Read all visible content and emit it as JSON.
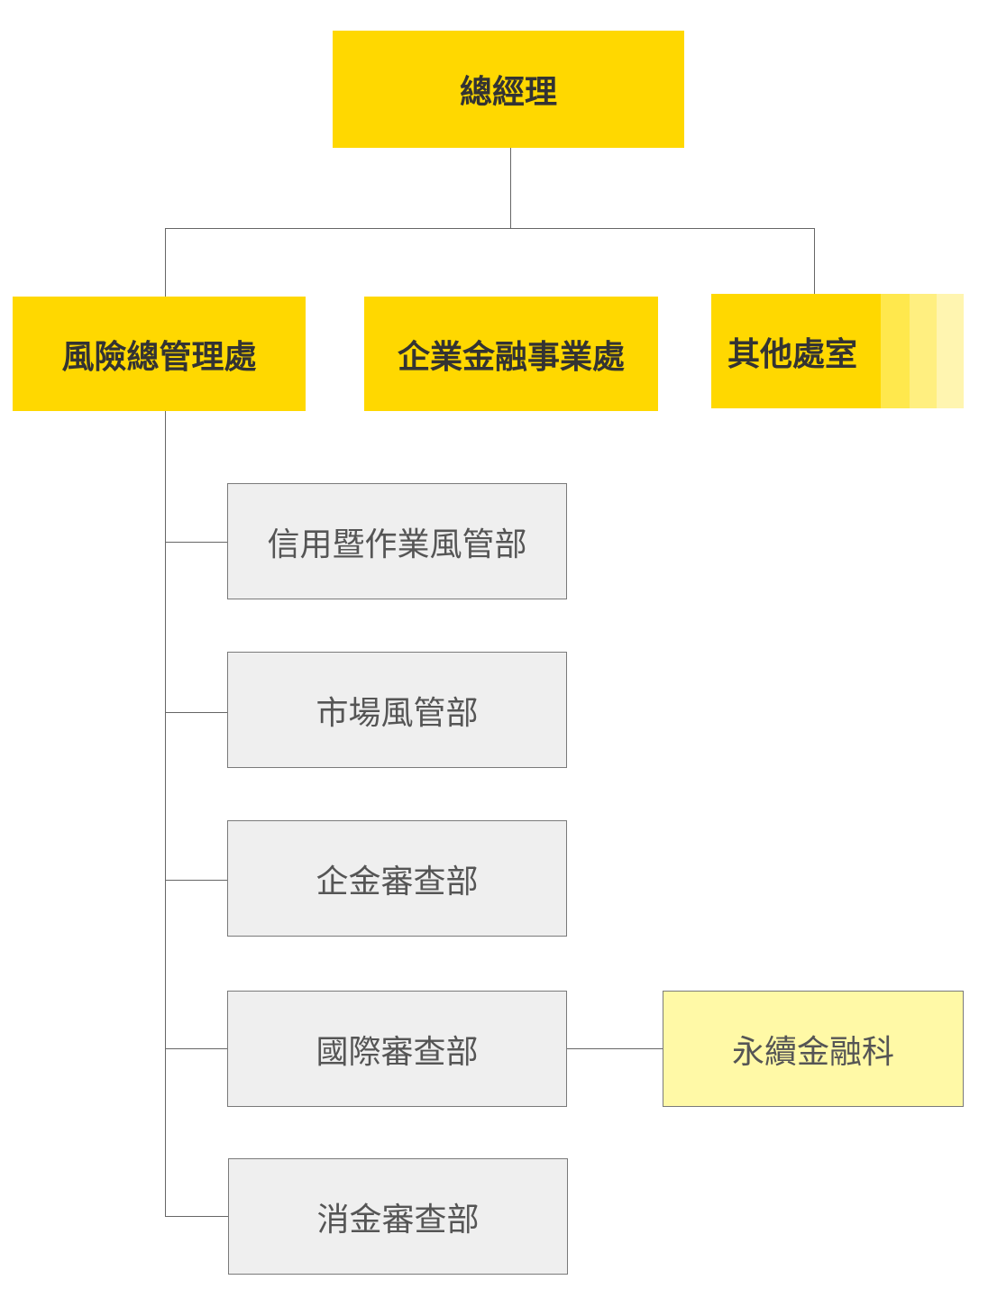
{
  "chart": {
    "ceo": "總經理",
    "divisions": [
      "風險總管理處",
      "企業金融事業處",
      "其他處室"
    ],
    "departments": [
      "信用暨作業風管部",
      "市場風管部",
      "企金審查部",
      "國際審查部",
      "消金審查部"
    ],
    "subunit": "永續金融科"
  },
  "colors": {
    "primary": "#FFD800",
    "department": "#EFEFEF",
    "subunit": "#FFF9A6",
    "line": "#666666"
  }
}
